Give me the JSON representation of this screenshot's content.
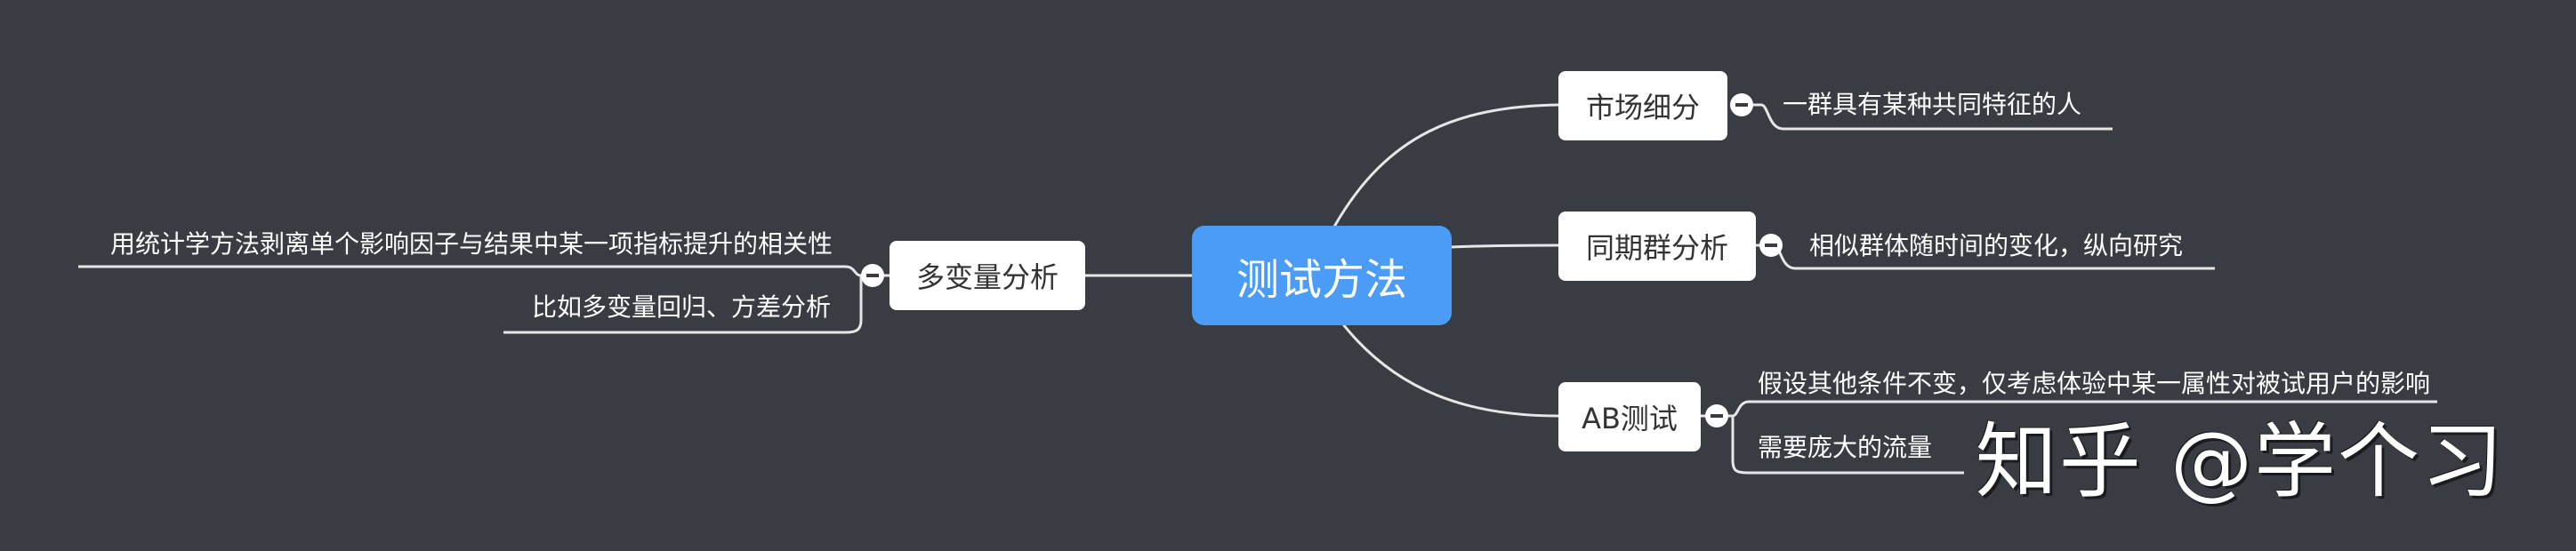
{
  "root": {
    "label": "测试方法"
  },
  "branches": {
    "market": {
      "label": "市场细分",
      "leaves": [
        "一群具有某种共同特征的人"
      ]
    },
    "cohort": {
      "label": "同期群分析",
      "leaves": [
        "相似群体随时间的变化，纵向研究"
      ]
    },
    "ab": {
      "label": "AB测试",
      "leaves": [
        "假设其他条件不变，仅考虑体验中某一属性对被试用户的影响",
        "需要庞大的流量"
      ]
    },
    "multi": {
      "label": "多变量分析",
      "leaves": [
        "用统计学方法剥离单个影响因子与结果中某一项指标提升的相关性",
        "比如多变量回归、方差分析"
      ]
    }
  },
  "watermark": "知乎 @学个习",
  "colors": {
    "background": "#393c43",
    "root": "#4a9cf6",
    "node": "#ffffff",
    "line": "#e6e6e6"
  }
}
